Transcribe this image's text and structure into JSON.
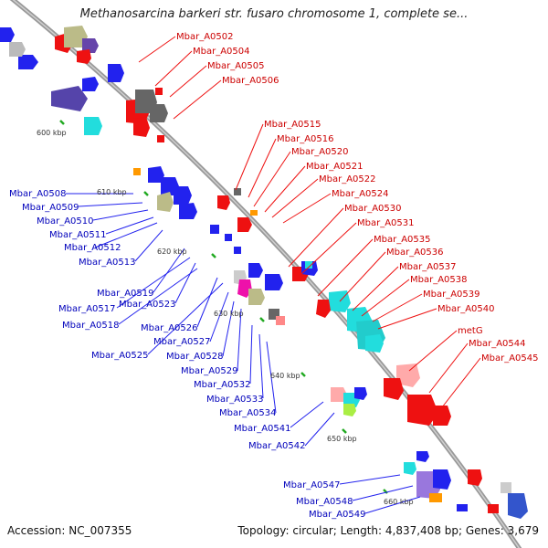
{
  "title": "Methanosarcina barkeri str. fusaro chromosome 1, complete se...",
  "accession": "Accession: NC_007355",
  "topology": "Topology: circular; Length: 4,837,408 bp; Genes: 3,679",
  "colors": {
    "forward_gene": "#ee1111",
    "reverse_gene": "#1111dd",
    "backbone": "#999999",
    "tick_mark": "#228822"
  },
  "scale_labels": [
    "600 kbp",
    "610 kbp",
    "620 kbp",
    "630 kbp",
    "640 kbp",
    "650 kbp",
    "660 kbp"
  ],
  "forward_genes": [
    "Mbar_A0502",
    "Mbar_A0504",
    "Mbar_A0505",
    "Mbar_A0506",
    "Mbar_A0515",
    "Mbar_A0516",
    "Mbar_A0520",
    "Mbar_A0521",
    "Mbar_A0522",
    "Mbar_A0524",
    "Mbar_A0530",
    "Mbar_A0531",
    "Mbar_A0535",
    "Mbar_A0536",
    "Mbar_A0537",
    "Mbar_A0538",
    "Mbar_A0539",
    "Mbar_A0540",
    "metG",
    "Mbar_A0544",
    "Mbar_A0545"
  ],
  "reverse_genes": [
    "Mbar_A0508",
    "Mbar_A0509",
    "Mbar_A0510",
    "Mbar_A0511",
    "Mbar_A0512",
    "Mbar_A0513",
    "Mbar_A0519",
    "Mbar_A0517",
    "Mbar_A0523",
    "Mbar_A0518",
    "Mbar_A0526",
    "Mbar_A0525",
    "Mbar_A0527",
    "Mbar_A0528",
    "Mbar_A0529",
    "Mbar_A0532",
    "Mbar_A0533",
    "Mbar_A0534",
    "Mbar_A0541",
    "Mbar_A0542",
    "Mbar_A0547",
    "Mbar_A0548",
    "Mbar_A0549"
  ]
}
